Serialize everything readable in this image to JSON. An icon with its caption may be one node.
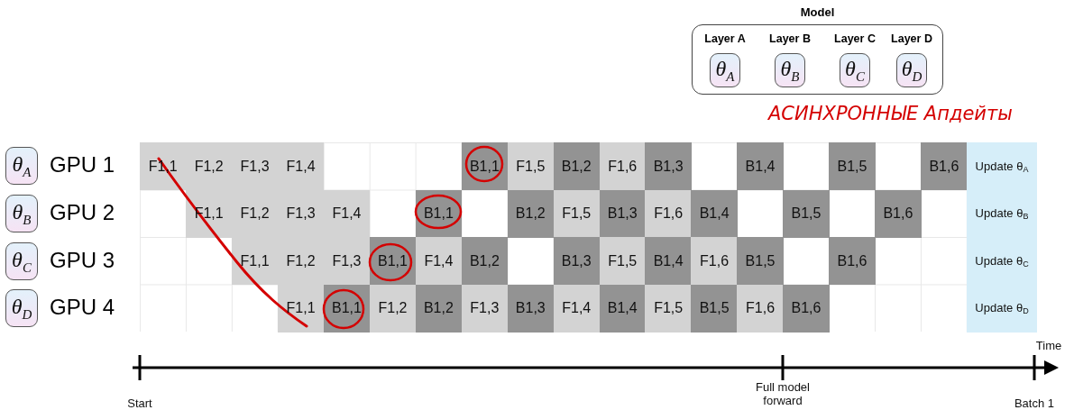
{
  "diagram": {
    "nodes": [
      {
        "text": [
          "Model"
        ]
      },
      {
        "text": [
          "θ$_{A}$"
        ],
        "in": 0,
        "beside": [
          "Layer A"
        ]
      },
      {
        "text": [
          "θ$_{B}$"
        ],
        "in": 0,
        "beside": [
          "Layer B"
        ]
      },
      {
        "text": [
          "θ$_{C}$"
        ],
        "in": 0,
        "beside": [
          "Layer C"
        ]
      },
      {
        "text": [
          "θ$_{D}$"
        ],
        "in": 0,
        "beside": [
          "Layer D"
        ]
      },
      {
        "text": [
          "θ$_{A}$"
        ],
        "beside": [
          "GPU 1"
        ]
      },
      {
        "text": [
          "θ$_{B}$"
        ],
        "beside": [
          "GPU 2"
        ]
      },
      {
        "text": [
          "θ$_{C}$"
        ],
        "beside": [
          "GPU 3"
        ]
      },
      {
        "text": [
          "θ$_{D}$"
        ],
        "beside": [
          "GPU 4"
        ]
      }
    ],
    "labels": [
      "АСИНХРОННЫЕ Апдейты",
      "F1,1",
      "F1,2",
      "F1,3",
      "F1,4",
      "B1,1",
      "F1,5",
      "B1,2",
      "F1,6",
      "B1,3",
      "B1,4",
      "B1,5",
      "B1,6",
      "Update θ$_{A}$",
      "F1,1",
      "F1,2",
      "F1,3",
      "F1,4",
      "B1,1",
      "B1,2",
      "F1,5",
      "B1,3",
      "F1,6",
      "B1,4",
      "B1,5",
      "B1,6",
      "Update θ$_{B}$",
      "F1,1",
      "F1,2",
      "F1,3",
      "B1,1",
      "F1,4",
      "B1,2",
      "B1,3",
      "F1,5",
      "B1,4",
      "F1,6",
      "B1,5",
      "B1,6",
      "Update θ$_{C}$",
      "F1,1",
      "B1,1",
      "F1,2",
      "B1,2",
      "F1,3",
      "B1,3",
      "F1,4",
      "B1,4",
      "F1,5",
      "B1,5",
      "F1,6",
      "B1,6",
      "Update θ$_{D}$",
      "Time",
      "Start",
      "Full model forward",
      "Batch 1"
    ]
  }
}
